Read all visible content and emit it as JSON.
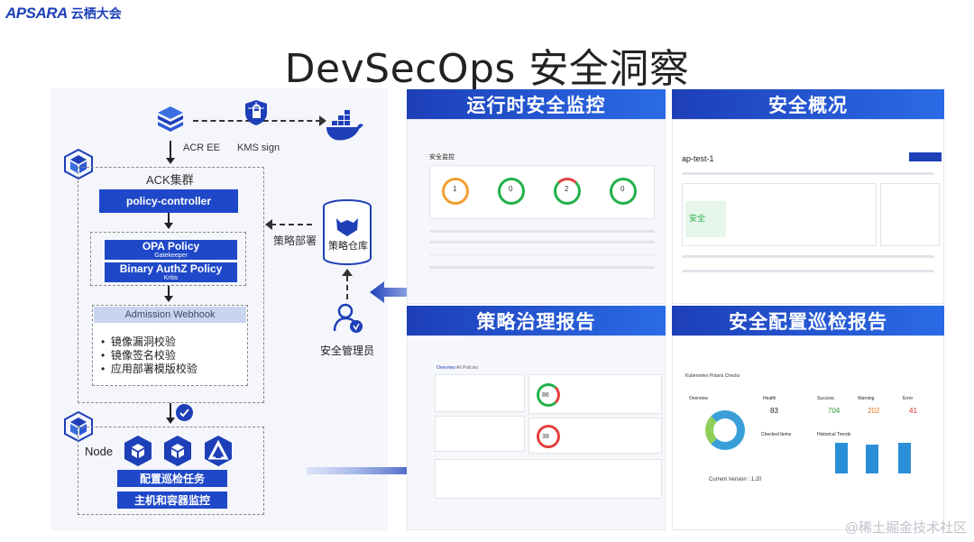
{
  "header": {
    "logo_text": "APSARA",
    "logo_cn": "云栖大会",
    "title": "DevSecOps 安全洞察"
  },
  "diagram": {
    "acr_label": "ACR EE",
    "kms_label": "KMS sign",
    "cluster_label": "ACK集群",
    "policy_controller": "policy-controller",
    "opa_policy": "OPA Policy",
    "opa_sub": "Gatekeeper",
    "binary_authz": "Binary AuthZ Policy",
    "binary_sub": "Kritis",
    "admission_webhook": "Admission Webhook",
    "checks": [
      "镜像漏洞校验",
      "镜像签名校验",
      "应用部署模版校验"
    ],
    "policy_deploy": "策略部署",
    "policy_repo": "策略仓库",
    "security_admin": "安全管理员",
    "node_label": "Node",
    "config_task": "配置巡检任务",
    "host_monitor": "主机和容器监控"
  },
  "panels": {
    "runtime": "运行时安全监控",
    "overview": "安全概况",
    "policy_report": "策略治理报告",
    "config_report": "安全配置巡检报告"
  },
  "screens": {
    "runtime_title": "安全监控",
    "overview_cluster": "ap-test-1",
    "overview_status": "安全",
    "policy_tabs": [
      "Overview",
      "All Policies"
    ],
    "config_title": "Kubernetes Polaris Checks",
    "config_overview": "Overview",
    "config_health": "Health",
    "config_success": "Success",
    "config_warning": "Warning",
    "config_error": "Error",
    "config_success_val": "704",
    "config_warning_val": "202",
    "config_error_val": "41",
    "config_health_val": "83",
    "config_checked": "Checked Items",
    "config_history": "Historical Trends",
    "config_version": "Current Version : 1.20",
    "runtime_ring_values": [
      "1",
      "0",
      "2",
      "0"
    ],
    "policy_ring_values": [
      "86",
      "39"
    ]
  },
  "watermark": "@稀土掘金技术社区",
  "colors": {
    "brand_blue": "#1d3fb8",
    "bar_blue": "#1f48c8",
    "ring_green": "#22b14c",
    "ring_red": "#e34040",
    "ring_orange": "#f0a030",
    "success_green": "#2a9d3a",
    "warning_orange": "#e07a1f",
    "error_red": "#d93030"
  }
}
